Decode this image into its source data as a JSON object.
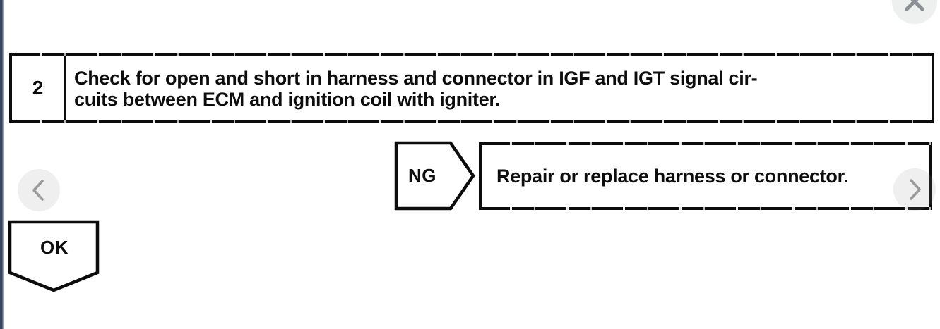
{
  "viewer": {
    "close_button": {
      "icon": "x-cross"
    },
    "prev_button": {
      "icon": "chevron-left"
    },
    "next_button": {
      "icon": "chevron-right"
    }
  },
  "flowchart": {
    "step": {
      "number": "2",
      "lines": [
        "Check for open and short in harness and connector in IGF and IGT signal cir-",
        "cuits between ECM and ignition coil with igniter."
      ]
    },
    "ng": {
      "label": "NG",
      "result": "Repair or replace harness or connector."
    },
    "ok": {
      "label": "OK"
    }
  },
  "colors": {
    "ink": "#0c0c0c",
    "paper": "#ffffff",
    "left_strip": "#3e4d63",
    "control_circle": "#f1f1f2",
    "control_glyph": "#8f9296"
  }
}
